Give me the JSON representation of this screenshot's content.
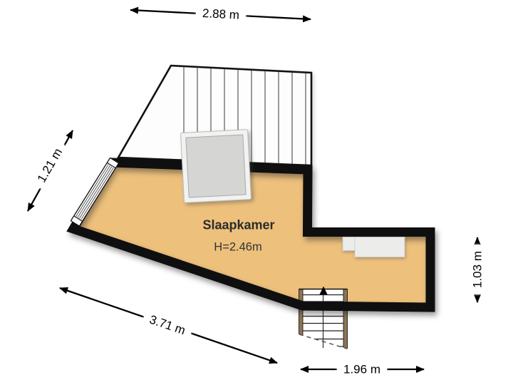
{
  "room": {
    "name": "Slaapkamer",
    "ceiling_height": "H=2.46m"
  },
  "dimensions": {
    "top": "2.88 m",
    "left": "1.21 m",
    "bottom_left": "3.71 m",
    "bottom": "1.96 m",
    "right": "1.03 m"
  },
  "colors": {
    "floor": "#edc07c",
    "wall": "#0f0f0f",
    "hatch_background": "#fdfdfd",
    "hatch_line": "#2a2a2a",
    "stair_rail": "#8d7553",
    "furniture": "#ececea",
    "background": "#ffffff"
  }
}
